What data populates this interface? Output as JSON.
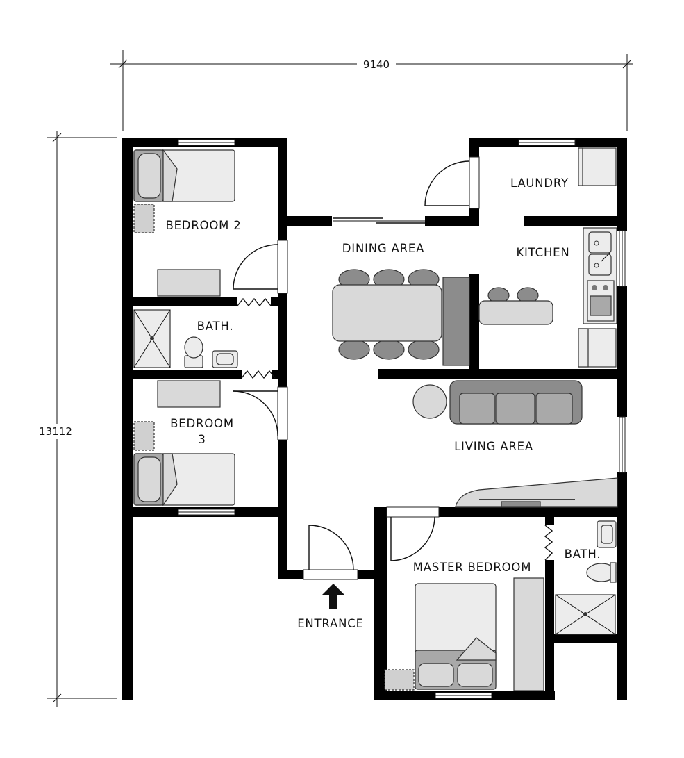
{
  "dimensions": {
    "width": "9140",
    "height": "13112"
  },
  "rooms": {
    "bedroom2": "BEDROOM 2",
    "bath1": "BATH.",
    "bedroom3_line1": "BEDROOM",
    "bedroom3_line2": "3",
    "dining": "DINING AREA",
    "laundry": "LAUNDRY",
    "kitchen": "KITCHEN",
    "living": "LIVING AREA",
    "master": "MASTER BEDROOM",
    "bath2": "BATH.",
    "entrance": "ENTRANCE"
  },
  "icons": {
    "entrance": "up-arrow-icon"
  }
}
